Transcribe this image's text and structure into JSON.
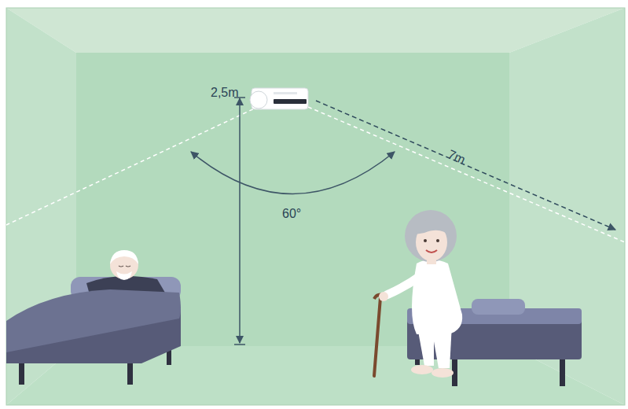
{
  "diagram": {
    "labels": [
      "2,5m",
      "60°",
      "7m"
    ]
  }
}
